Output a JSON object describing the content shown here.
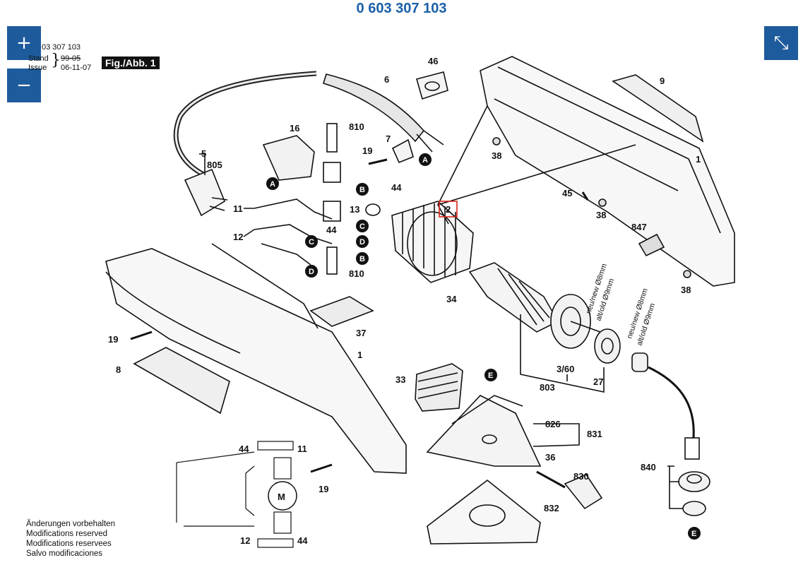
{
  "header": {
    "document_number": "0 603 307 103",
    "ref_number": "03 307 103",
    "stand_label": "Stand",
    "stand_date": "99-05",
    "issue_label": "Issue",
    "issue_date": "06-11-07",
    "figure_label": "Fig./Abb. 1"
  },
  "controls": {
    "zoom_in": "+",
    "zoom_out": "−",
    "fullscreen": "⤡"
  },
  "part_labels": {
    "p1a": "1",
    "p1b": "1",
    "p2": "2",
    "p5": "5",
    "p6": "6",
    "p7": "7",
    "p8": "8",
    "p9": "9",
    "p11a": "11",
    "p11b": "11",
    "p12a": "12",
    "p12b": "12",
    "p13": "13",
    "p16": "16",
    "p19a": "19",
    "p19b": "19",
    "p19c": "19",
    "p27": "27",
    "p33": "33",
    "p34": "34",
    "p36": "36",
    "p37": "37",
    "p38a": "38",
    "p38b": "38",
    "p38c": "38",
    "p44a": "44",
    "p44b": "44",
    "p44c": "44",
    "p44d": "44",
    "p45": "45",
    "p46": "46",
    "p360": "3/60",
    "p803": "803",
    "p805": "805",
    "p810a": "810",
    "p810b": "810",
    "p826": "826",
    "p830": "830",
    "p831": "831",
    "p832": "832",
    "p840": "840",
    "p847": "847"
  },
  "markers": {
    "A1": "A",
    "A2": "A",
    "B1": "B",
    "B2": "B",
    "C1": "C",
    "C2": "C",
    "D1": "D",
    "D2": "D",
    "E1": "E",
    "E2": "E",
    "M": "M"
  },
  "annotations": {
    "new_8mm_a": "neu/new Ø8mm",
    "old_9mm_a": "alt/old Ø9mm",
    "new_8mm_b": "neu/new Ø8mm",
    "old_9mm_b": "alt/old Ø9mm"
  },
  "notes": [
    "Änderungen vorbehalten",
    "Modifications reserved",
    "Modifications reservees",
    "Salvo modificaciones"
  ],
  "colors": {
    "accent": "#1e5b9c",
    "title": "#1a5fa6",
    "highlight_box": "#d9261c"
  }
}
